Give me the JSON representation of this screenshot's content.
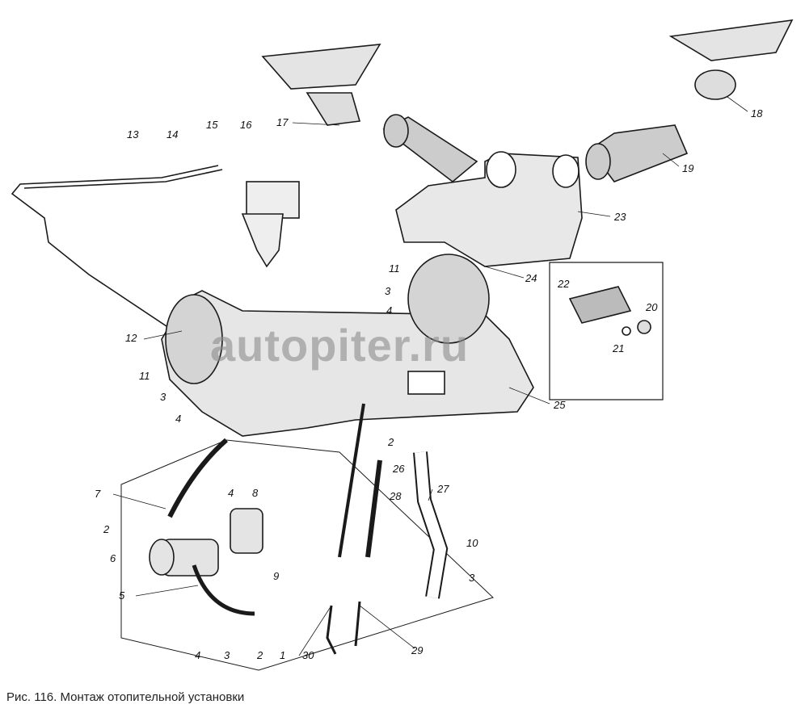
{
  "caption": "Рис. 116. Монтаж отопительной установки",
  "watermark": "autopiter.ru",
  "callouts": [
    "13",
    "14",
    "15",
    "16",
    "17",
    "18",
    "19",
    "23",
    "11",
    "24",
    "3",
    "4",
    "22",
    "20",
    "21",
    "12",
    "11",
    "3",
    "4",
    "25",
    "2",
    "26",
    "28",
    "27",
    "7",
    "4",
    "8",
    "2",
    "6",
    "9",
    "10",
    "3",
    "5",
    "4",
    "3",
    "2",
    "1",
    "30",
    "29"
  ],
  "colors": {
    "line": "#1a1a1a",
    "fill": "#e4e4e4",
    "background": "#ffffff"
  }
}
